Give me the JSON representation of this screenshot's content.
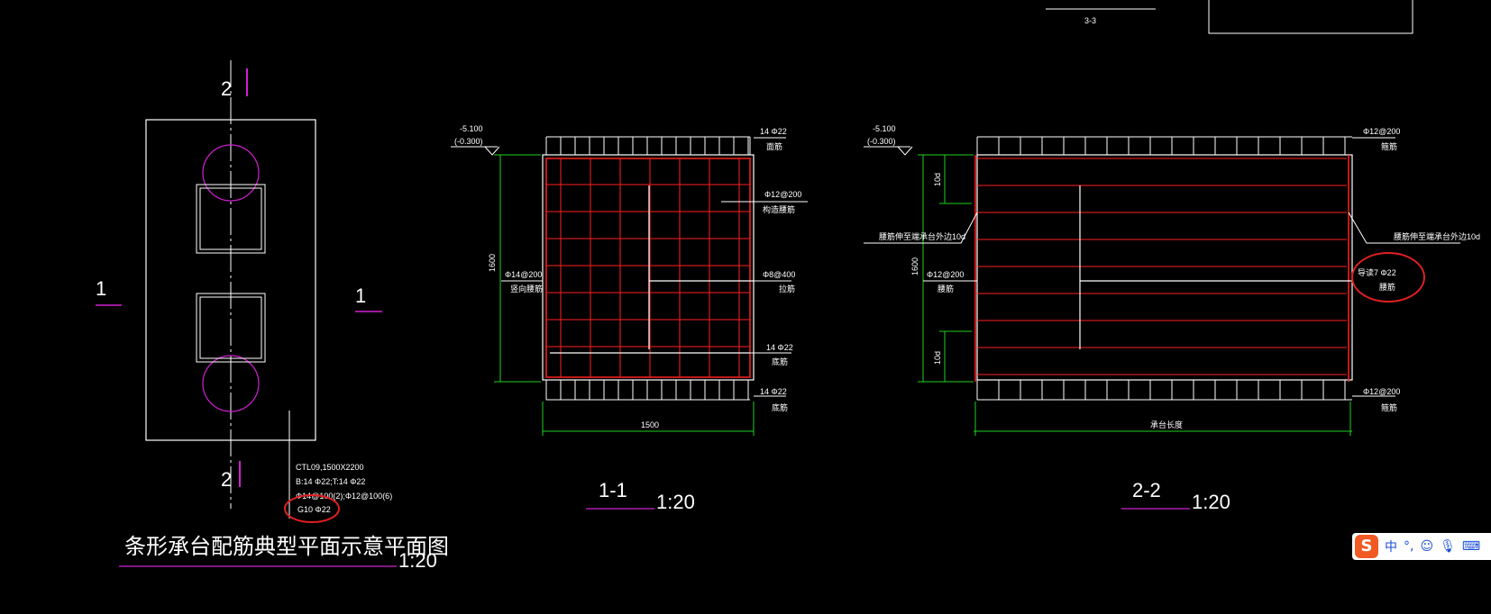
{
  "colors": {
    "background": "#000000",
    "line": "#ffffff",
    "rebar": "#ff2020",
    "dimension": "#20d020",
    "axis": "#d020d0",
    "highlight": "#e02020"
  },
  "top": {
    "note_label": "3-3"
  },
  "plan": {
    "axis_top": "2",
    "axis_bottom": "2",
    "axis_left": "1",
    "axis_right": "1",
    "spec_line1": "CTL09,1500X2200",
    "spec_line2": "B:14 Φ22;T:14 Φ22",
    "spec_line3": "Φ14@100(2);Φ12@100(6)",
    "spec_line4": "G10 Φ22",
    "title": "条形承台配筋典型平面示意平面图",
    "scale": "1:20"
  },
  "section_11": {
    "elev_top": "-5.100",
    "elev_bottom": "(-0.300)",
    "label_top_rebar": "14 Φ22",
    "label_top_rebar_sub": "面筋",
    "label_mid_right": "Φ12@200",
    "label_mid_right_sub": "构造腰筋",
    "label_left": "Φ14@200",
    "label_left_sub": "竖向腰筋",
    "label_right_stirrup": "Φ8@400",
    "label_right_stirrup_sub": "拉筋",
    "label_bottom_a": "14 Φ22",
    "label_bottom_a_sub": "底筋",
    "label_bottom_b": "14 Φ22",
    "label_bottom_b_sub": "底筋",
    "dim_height": "1600",
    "dim_width": "1500",
    "title": "1-1",
    "scale": "1:20"
  },
  "section_22": {
    "elev_top": "-5.100",
    "elev_bottom": "(-0.300)",
    "label_top_right": "Φ12@200",
    "label_top_right_sub": "箍筋",
    "label_left_anchor": "腰筋伸至端承台外边10d",
    "label_right_anchor": "腰筋伸至端承台外边10d",
    "label_left": "Φ12@200",
    "label_left_sub": "腰筋",
    "label_right_side": "导读7 Φ22",
    "label_right_side_sub": "腰筋",
    "label_bottom_right": "Φ12@200",
    "label_bottom_right_sub": "箍筋",
    "dim_top": "10d",
    "dim_bottom": "10d",
    "dim_height": "1600",
    "dim_length": "承台长度",
    "title": "2-2",
    "scale": "1:20"
  },
  "ime": {
    "logo": "S",
    "mode": "中",
    "punct": "°,",
    "emoji_icon": "smile-icon",
    "mic_icon": "microphone-icon",
    "keyboard_icon": "keyboard-icon"
  }
}
